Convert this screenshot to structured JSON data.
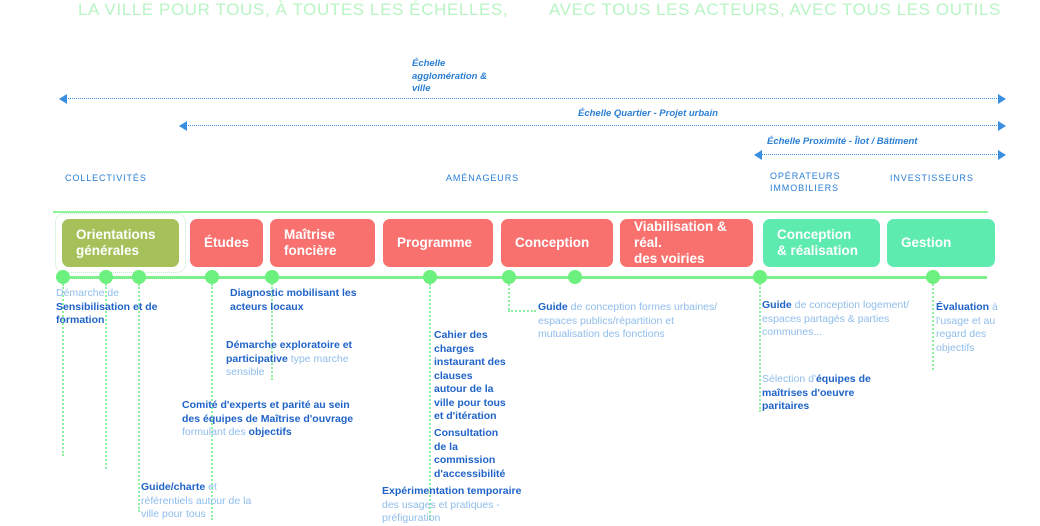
{
  "title": {
    "left": "LA VILLE POUR TOUS, À TOUTES LES ÉCHELLES,",
    "right": "AVEC TOUS LES ACTEURS, AVEC TOUS LES OUTILS",
    "color": "#b8f5c4"
  },
  "scales": [
    {
      "label": "Échelle\nagglomération &\nville",
      "direction": "right"
    },
    {
      "label": "Échelle Quartier - Projet urbain",
      "direction": "right"
    },
    {
      "label": "Échelle Proximité - Îlot / Bâtiment",
      "direction": "both"
    }
  ],
  "actors": [
    {
      "label": "COLLECTIVITÉS"
    },
    {
      "label": "AMÉNAGEURS"
    },
    {
      "label": "OPÉRATEURS\nIMMOBILIERS"
    },
    {
      "label": "INVESTISSEURS"
    }
  ],
  "phases": [
    {
      "label": "Orientations\ngénérales",
      "color": "#a6c05a",
      "variant": "olive"
    },
    {
      "label": "Études",
      "color": "#f8716f",
      "variant": "red"
    },
    {
      "label": "Maîtrise\nfoncière",
      "color": "#f8716f",
      "variant": "red"
    },
    {
      "label": "Programme",
      "color": "#f8716f",
      "variant": "red"
    },
    {
      "label": "Conception",
      "color": "#f8716f",
      "variant": "red"
    },
    {
      "label": "Viabilisation & réal.\ndes voiries",
      "color": "#f8716f",
      "variant": "red"
    },
    {
      "label": "Conception\n& réalisation",
      "color": "#5eebb0",
      "variant": "mint"
    },
    {
      "label": "Gestion",
      "color": "#5eebb0",
      "variant": "mint"
    }
  ],
  "notes": [
    {
      "id": "sensibilisation",
      "parts": [
        {
          "t": "Démarche de ",
          "b": false
        },
        {
          "t": "Sensibilisation et de formation",
          "b": true
        }
      ]
    },
    {
      "id": "guide-charte",
      "parts": [
        {
          "t": "Guide/charte",
          "b": true
        },
        {
          "t": " et référentiels autour de la ville pour tous",
          "b": false
        }
      ]
    },
    {
      "id": "comite-experts",
      "parts": [
        {
          "t": "Comité d'experts et parité au sein des équipes de Maîtrise d'ouvrage",
          "b": true
        },
        {
          "t": " formulant des ",
          "b": false
        },
        {
          "t": "objectifs",
          "b": true
        }
      ]
    },
    {
      "id": "diagnostic",
      "parts": [
        {
          "t": "Diagnostic mobilisant les acteurs locaux",
          "b": true
        }
      ]
    },
    {
      "id": "demarche-exploratoire",
      "parts": [
        {
          "t": "Démarche exploratoire et participative",
          "b": true
        },
        {
          "t": " type marche sensible",
          "b": false
        }
      ]
    },
    {
      "id": "cahier-charges",
      "parts": [
        {
          "t": "Cahier des charges instaurant des clauses autour de la ville pour tous et d'itération",
          "b": true
        }
      ]
    },
    {
      "id": "consultation",
      "parts": [
        {
          "t": "Consultation de la commission d'accessibilité",
          "b": true
        }
      ]
    },
    {
      "id": "experimentation",
      "parts": [
        {
          "t": "Expérimentation temporaire",
          "b": true
        },
        {
          "t": " des usages et pratiques - préfiguration",
          "b": false
        }
      ]
    },
    {
      "id": "guide-formes-urbaines",
      "parts": [
        {
          "t": "Guide",
          "b": true
        },
        {
          "t": " de conception formes urbaines/ espaces publics/répartition et mutualisation des fonctions",
          "b": false
        }
      ]
    },
    {
      "id": "guide-logement",
      "parts": [
        {
          "t": "Guide",
          "b": true
        },
        {
          "t": " de conception logement/ espaces partagés & parties communes...",
          "b": false
        }
      ]
    },
    {
      "id": "selection-equipes",
      "parts": [
        {
          "t": "Sélection d'",
          "b": false
        },
        {
          "t": "équipes de maîtrises d'oeuvre paritaires",
          "b": true
        }
      ]
    },
    {
      "id": "evaluation",
      "parts": [
        {
          "t": "Évaluation",
          "b": true
        },
        {
          "t": " à l'usage et au regard des objectifs",
          "b": false
        }
      ]
    }
  ],
  "colors": {
    "green_accent": "#6cf07e",
    "blue_text": "#1f63c8",
    "blue_light": "#8fbdec",
    "red_phase": "#f8716f",
    "mint_phase": "#5eebb0",
    "olive_phase": "#a6c05a",
    "title_green": "#b8f5c4"
  }
}
